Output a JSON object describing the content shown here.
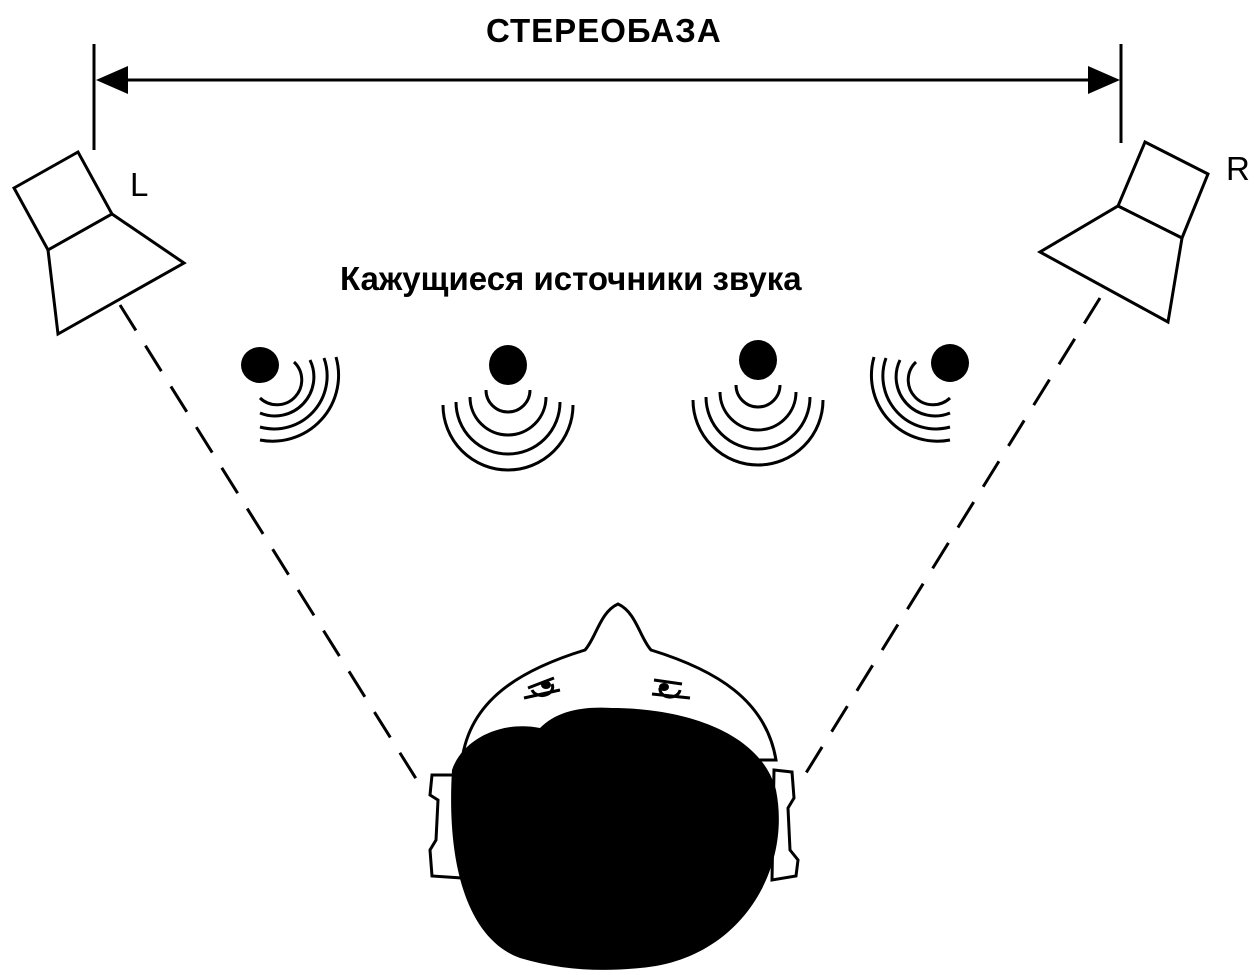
{
  "diagram": {
    "title": "СТЕРЕОБАЗА",
    "left_speaker_label": "L",
    "right_speaker_label": "R",
    "sources_label": "Кажущиеся источники звука",
    "apparent_source_count": 4,
    "colors": {
      "ink": "#000000",
      "background": "#ffffff"
    }
  }
}
